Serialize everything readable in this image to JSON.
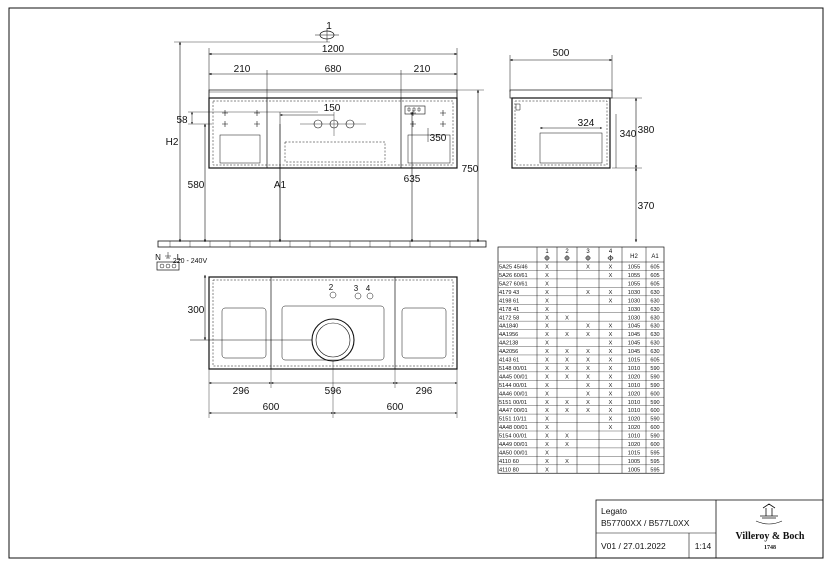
{
  "front_view": {
    "top_marker": "1",
    "total_width": "1200",
    "left_section": "210",
    "center_section": "680",
    "right_section": "210",
    "dim_58": "58",
    "dim_150": "150",
    "dim_350": "350",
    "h2": "H2",
    "dim_580": "580",
    "a1": "A1",
    "dim_635": "635",
    "dim_750": "750"
  },
  "side_view": {
    "depth": "500",
    "inner_depth": "324",
    "dim_340": "340",
    "dim_380": "380",
    "dim_370": "370"
  },
  "plan_view": {
    "electrical_label": "220 - 240V",
    "terminal_labels": [
      "N",
      "L"
    ],
    "markers": [
      "2",
      "3",
      "4"
    ],
    "dim_300": "300",
    "bottom_dims": [
      "296",
      "596",
      "296"
    ],
    "outer_dims": [
      "600",
      "600"
    ]
  },
  "table": {
    "headers": [
      "1",
      "2",
      "3",
      "4",
      "H2",
      "A1"
    ],
    "rows": [
      [
        "5A25 45/46",
        "X",
        "",
        "X",
        "X",
        "1055",
        "605"
      ],
      [
        "5A26 60/61",
        "X",
        "",
        "",
        "X",
        "1055",
        "605"
      ],
      [
        "5A27 60/61",
        "X",
        "",
        "",
        "",
        "1055",
        "605"
      ],
      [
        "4179 43",
        "X",
        "",
        "X",
        "X",
        "1030",
        "630"
      ],
      [
        "4198 61",
        "X",
        "",
        "",
        "X",
        "1030",
        "630"
      ],
      [
        "4178 41",
        "X",
        "",
        "",
        "",
        "1030",
        "630"
      ],
      [
        "4172 58",
        "X",
        "X",
        "",
        "",
        "1030",
        "630"
      ],
      [
        "4A1840",
        "X",
        "",
        "X",
        "X",
        "1045",
        "630"
      ],
      [
        "4A1956",
        "X",
        "X",
        "X",
        "X",
        "1045",
        "630"
      ],
      [
        "4A2138",
        "X",
        "",
        "",
        "X",
        "1045",
        "630"
      ],
      [
        "4A2056",
        "X",
        "X",
        "X",
        "X",
        "1045",
        "630"
      ],
      [
        "4143 61",
        "X",
        "X",
        "X",
        "X",
        "1015",
        "605"
      ],
      [
        "5148 00/01",
        "X",
        "X",
        "X",
        "X",
        "1010",
        "590"
      ],
      [
        "4A45 00/01",
        "X",
        "X",
        "X",
        "X",
        "1020",
        "590"
      ],
      [
        "5144 00/01",
        "X",
        "",
        "X",
        "X",
        "1010",
        "590"
      ],
      [
        "4A46 00/01",
        "X",
        "",
        "X",
        "X",
        "1020",
        "600"
      ],
      [
        "5151 00/01",
        "X",
        "X",
        "X",
        "X",
        "1010",
        "590"
      ],
      [
        "4A47 00/01",
        "X",
        "X",
        "X",
        "X",
        "1010",
        "600"
      ],
      [
        "5151 10/11",
        "X",
        "",
        "",
        "X",
        "1020",
        "590"
      ],
      [
        "4A48 00/01",
        "X",
        "",
        "",
        "X",
        "1020",
        "600"
      ],
      [
        "5154 00/01",
        "X",
        "X",
        "",
        "",
        "1010",
        "590"
      ],
      [
        "4A49 00/01",
        "X",
        "X",
        "",
        "",
        "1020",
        "600"
      ],
      [
        "4A50 00/01",
        "X",
        "",
        "",
        "",
        "1015",
        "595"
      ],
      [
        "4110 60",
        "X",
        "X",
        "",
        "",
        "1005",
        "595"
      ],
      [
        "4110 80",
        "X",
        "",
        "",
        "",
        "1005",
        "595"
      ]
    ]
  },
  "title_block": {
    "product": "Legato",
    "codes": "B57700XX / B577L0XX",
    "version": "V01 / 27.01.2022",
    "scale": "1:14",
    "brand": "Villeroy & Boch",
    "brand_year": "1748"
  }
}
